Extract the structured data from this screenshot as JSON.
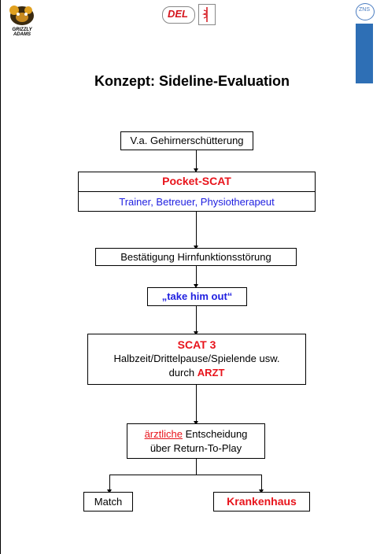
{
  "header": {
    "logo_left_text": "GRIZZLY ADAMS",
    "logo_center_text": "DEL",
    "logo_right_text": "ZNS"
  },
  "title": "Konzept: Sideline-Evaluation",
  "diagram": {
    "step1": "V.a. Gehirnerschütterung",
    "step2_title": "Pocket-SCAT",
    "step2_subtitle": "Trainer, Betreuer, Physiotherapeut",
    "step3": "Bestätigung Hirnfunktionsstörung",
    "step4": "„take him out“",
    "step5_title": "SCAT 3",
    "step5_line1": "Halbzeit/Drittelpause/Spielende usw.",
    "step5_line2_prefix": "durch",
    "step5_line2_highlight": "ARZT",
    "step6_highlight": "ärztliche",
    "step6_rest": "Entscheidung",
    "step6_line2": "über Return-To-Play",
    "outcome_left": "Match",
    "outcome_right": "Krankenhaus"
  },
  "colors": {
    "red": "#e8141c",
    "blue": "#1e1ee0",
    "ribbon_blue": "#2e6fb5"
  }
}
